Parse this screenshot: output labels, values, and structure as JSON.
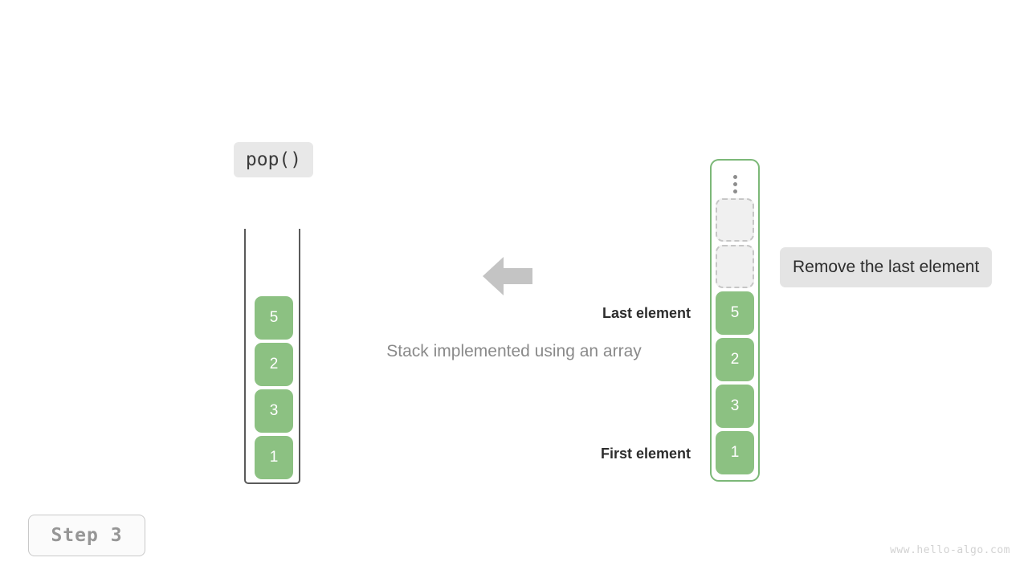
{
  "operation": {
    "label": "pop()"
  },
  "caption": "Stack implemented using an array",
  "stack": {
    "name": "stack-visual",
    "cells": [
      {
        "value": "5"
      },
      {
        "value": "2"
      },
      {
        "value": "3"
      },
      {
        "value": "1"
      }
    ]
  },
  "array": {
    "name": "array-visual",
    "overflow_icon": "vertical-ellipsis-icon",
    "cells": [
      {
        "value": "",
        "state": "empty"
      },
      {
        "value": "",
        "state": "empty"
      },
      {
        "value": "5",
        "state": "filled"
      },
      {
        "value": "2",
        "state": "filled"
      },
      {
        "value": "3",
        "state": "filled"
      },
      {
        "value": "1",
        "state": "filled"
      }
    ]
  },
  "annotations": {
    "last_element": "Last element",
    "first_element": "First element",
    "hint": "Remove the last element"
  },
  "arrow": {
    "icon": "arrow-left-icon",
    "direction": "left"
  },
  "step": {
    "label": "Step 3"
  },
  "watermark": "www.hello-algo.com",
  "colors": {
    "cell_fill": "#8cc182",
    "array_border": "#7cb878",
    "stack_border": "#5a5a5a",
    "empty_cell_fill": "#f0f0f0",
    "empty_cell_border": "#c6c6c6",
    "chip_bg": "#e8e8e8",
    "hint_bg": "#e4e4e4",
    "caption_text": "#8a8a8a",
    "arrow_fill": "#c4c4c4",
    "step_text": "#969696",
    "watermark_text": "#d2d2d2"
  }
}
